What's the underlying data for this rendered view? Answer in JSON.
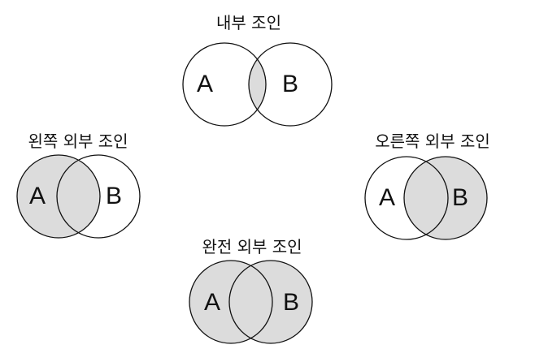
{
  "colors": {
    "shaded": "#dcdcdc",
    "stroke": "#111111",
    "background": "#ffffff"
  },
  "joins": [
    {
      "id": "inner",
      "title": "내부 조인",
      "left_label": "A",
      "right_label": "B",
      "shaded": "intersection"
    },
    {
      "id": "left-outer",
      "title": "왼쪽 외부 조인",
      "left_label": "A",
      "right_label": "B",
      "shaded": "left"
    },
    {
      "id": "right-outer",
      "title": "오른쪽 외부 조인",
      "left_label": "A",
      "right_label": "B",
      "shaded": "right"
    },
    {
      "id": "full-outer",
      "title": "완전 외부 조인",
      "left_label": "A",
      "right_label": "B",
      "shaded": "both"
    }
  ]
}
